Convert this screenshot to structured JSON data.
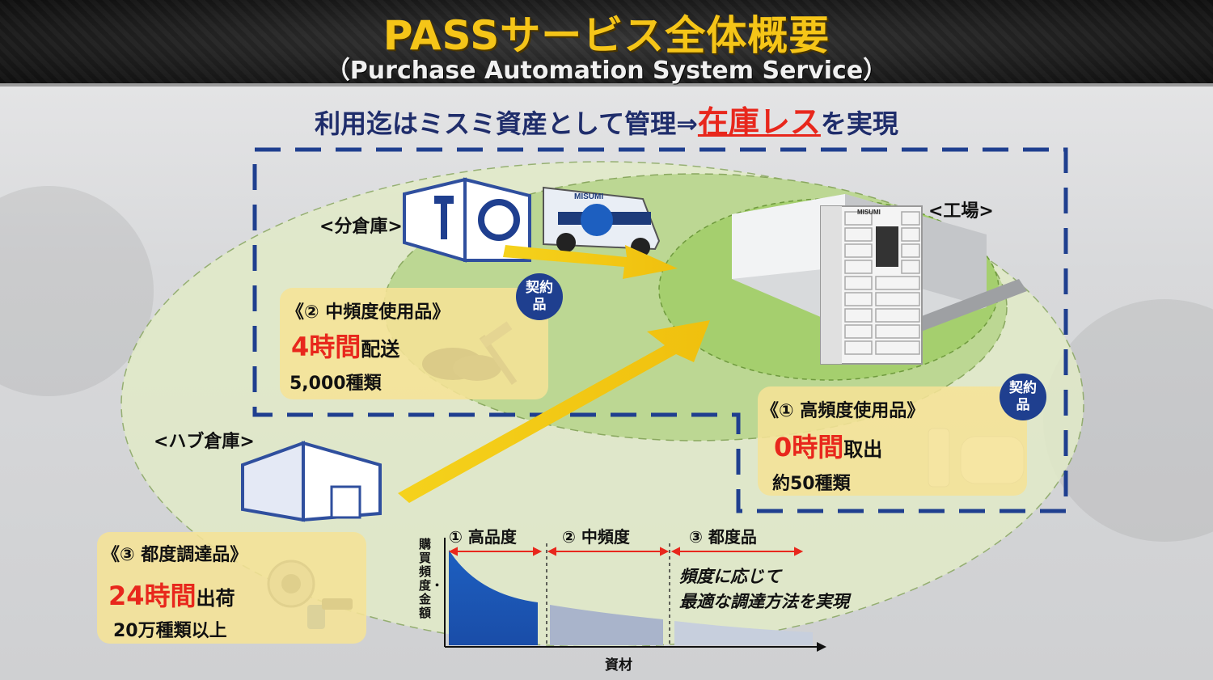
{
  "header": {
    "title": "PASSサービス全体概要",
    "subtitle": "（Purchase Automation System Service）"
  },
  "headline": {
    "prefix": "利用迄はミスミ資産として管理⇒",
    "emphasis": "在庫レス",
    "suffix": "を実現"
  },
  "locations": {
    "branch": "<分倉庫>",
    "factory": "<工場>",
    "hub": "<ハブ倉庫>"
  },
  "van": {
    "logo": "MISUMI"
  },
  "locker": {
    "brand": "MISUMI"
  },
  "items": [
    {
      "title": "《② 中頻度使用品》",
      "time": "4時間",
      "action": "配送",
      "count": "5,000種類",
      "badge": "契約\n品"
    },
    {
      "title": "《① 高頻度使用品》",
      "time": "0時間",
      "action": "取出",
      "count": "約50種類",
      "badge": "契約\n品"
    },
    {
      "title": "《③ 都度調達品》",
      "time": "24時間",
      "action": "出荷",
      "count": "20万種類以上"
    }
  ],
  "curve": {
    "categories": [
      "① 高品度",
      "② 中頻度",
      "③ 都度品"
    ],
    "ylabel": "購買頻度・金額",
    "xlabel": "資材",
    "note": [
      "頻度に応じて",
      "最適な調達方法を実現"
    ]
  },
  "colors": {
    "accent": "#f5c518",
    "emphasis": "#e8271c",
    "navy": "#1f2d6b",
    "badge": "#1f3f8f",
    "zone": "#b9d58a"
  }
}
